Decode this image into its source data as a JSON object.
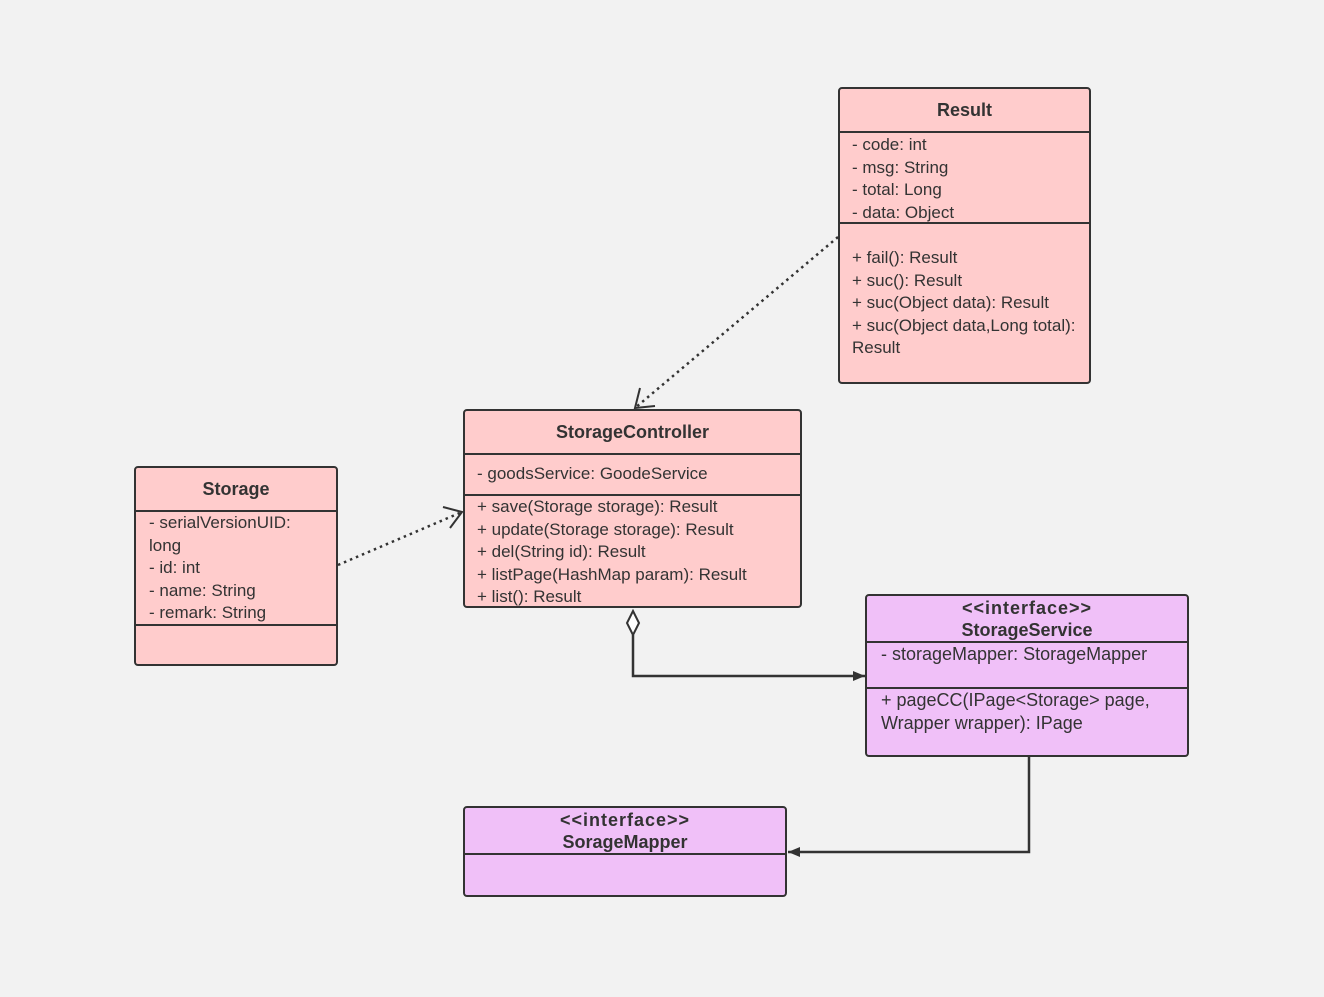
{
  "diagram": {
    "classes": {
      "result": {
        "name": "Result",
        "attributes": [
          "- code: int",
          "- msg: String",
          "- total: Long",
          "- data: Object"
        ],
        "methods": [
          "+ fail(): Result",
          "+ suc(): Result",
          "+ suc(Object data): Result",
          "+ suc(Object data,Long total): Result"
        ],
        "color": "#ffcccc"
      },
      "storage_controller": {
        "name": "StorageController",
        "attributes": [
          "- goodsService: GoodeService"
        ],
        "methods": [
          "+ save(Storage storage): Result",
          "+ update(Storage storage): Result",
          "+ del(String id): Result",
          "+ listPage(HashMap param): Result",
          "+ list(): Result"
        ],
        "color": "#ffcccc"
      },
      "storage": {
        "name": "Storage",
        "attributes": [
          "- serialVersionUID: long",
          "- id: int",
          "- name: String",
          "- remark: String"
        ],
        "methods": [],
        "color": "#ffcccc"
      },
      "storage_service": {
        "stereotype": "<<interface>>",
        "name": "StorageService",
        "attributes": [
          "- storageMapper: StorageMapper"
        ],
        "methods": [
          "+ pageCC(IPage<Storage> page, Wrapper wrapper): IPage"
        ],
        "color": "#f0c0f8"
      },
      "sorage_mapper": {
        "stereotype": "<<interface>>",
        "name": "SorageMapper",
        "attributes": [],
        "methods": [],
        "color": "#f0c0f8"
      }
    },
    "relations": [
      {
        "from": "Result",
        "to": "StorageController",
        "type": "dependency"
      },
      {
        "from": "Storage",
        "to": "StorageController",
        "type": "dependency"
      },
      {
        "from": "StorageController",
        "to": "StorageService",
        "type": "aggregation"
      },
      {
        "from": "StorageService",
        "to": "SorageMapper",
        "type": "association"
      }
    ],
    "colors": {
      "background": "#f2f2f2",
      "line": "#333333"
    }
  }
}
